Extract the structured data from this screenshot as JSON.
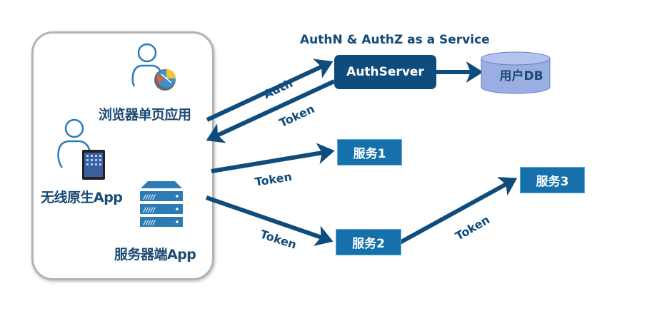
{
  "title": "AuthN & AuthZ as a Service",
  "clients": {
    "browser_spa": "浏览器单页应用",
    "native_app": "无线原生App",
    "server_app": "服务器端App"
  },
  "nodes": {
    "auth_server": "AuthServer",
    "user_db": "用户DB",
    "service1": "服务1",
    "service2": "服务2",
    "service3": "服务3"
  },
  "edges": {
    "auth": "Auth",
    "token_from_auth": "Token",
    "token_service1": "Token",
    "token_service2": "Token",
    "token_service3": "Token"
  },
  "colors": {
    "arrow": "#0e4c7d",
    "auth_server": "#0e4c7d",
    "service": "#1570ac",
    "db_fill": "#95a9e0",
    "icon_blue": "#2c7bb5",
    "label_text": "#1b4a73"
  }
}
